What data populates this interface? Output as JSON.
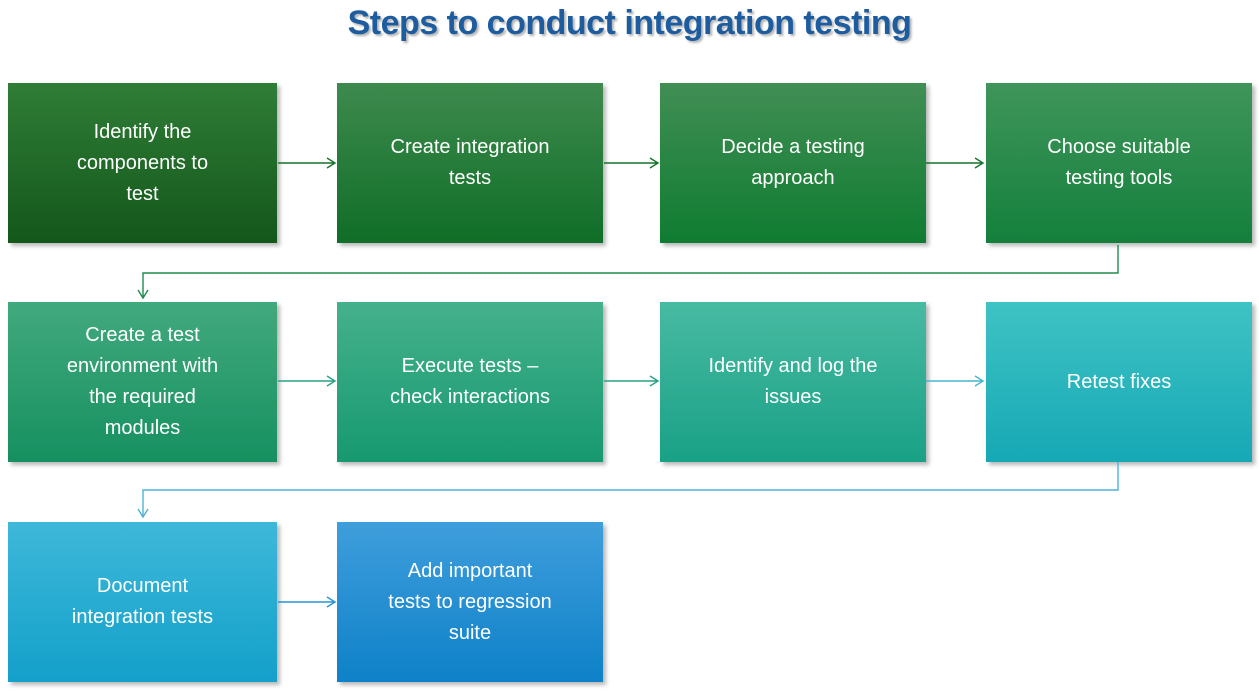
{
  "title": {
    "text": "Steps to conduct integration testing",
    "color": "#1d5c9e"
  },
  "steps": [
    {
      "label": "Identify the\ncomponents to\ntest",
      "color_top": "#2f7d36",
      "color_bottom": "#14571b"
    },
    {
      "label": "Create integration\ntests",
      "color_top": "#3e8a4e",
      "color_bottom": "#0f6e27"
    },
    {
      "label": "Decide a testing\napproach",
      "color_top": "#418e54",
      "color_bottom": "#0f7c31"
    },
    {
      "label": "Choose suitable\ntesting tools",
      "color_top": "#3f955b",
      "color_bottom": "#14803c"
    },
    {
      "label": "Create a test\nenvironment with\nthe required\nmodules",
      "color_top": "#42a97e",
      "color_bottom": "#169060"
    },
    {
      "label": "Execute tests –\ncheck interactions",
      "color_top": "#45b18c",
      "color_bottom": "#179970"
    },
    {
      "label": "Identify and log the\nissues",
      "color_top": "#48baa2",
      "color_bottom": "#19a186"
    },
    {
      "label": "Retest fixes",
      "color_top": "#3fc3c4",
      "color_bottom": "#16a8b5"
    },
    {
      "label": "Document\nintegration tests",
      "color_top": "#3eb8d9",
      "color_bottom": "#13a0ca"
    },
    {
      "label": "Add important\ntests to regression\nsuite",
      "color_top": "#3f9edc",
      "color_bottom": "#0e81c8"
    }
  ],
  "arrows": [
    {
      "from": "Identify the components to test",
      "to": "Create integration tests",
      "color": "#17722b"
    },
    {
      "from": "Create integration tests",
      "to": "Decide a testing approach",
      "color": "#17722b"
    },
    {
      "from": "Decide a testing approach",
      "to": "Choose suitable testing tools",
      "color": "#17722b"
    },
    {
      "from": "Create a test environment with the required modules",
      "to": "Execute tests – check interactions",
      "color": "#2aa184"
    },
    {
      "from": "Execute tests – check interactions",
      "to": "Identify and log the issues",
      "color": "#2aa184"
    },
    {
      "from": "Identify and log the issues",
      "to": "Retest fixes",
      "color": "#45b7cd"
    },
    {
      "from": "Document integration tests",
      "to": "Add important tests to regression suite",
      "color": "#2a93d5"
    }
  ],
  "wrap_connectors": [
    {
      "from": "Choose suitable testing tools",
      "to": "Create a test environment with the required modules",
      "color": "#1f8b4d"
    },
    {
      "from": "Retest fixes",
      "to": "Document integration tests",
      "color": "#4fb3d6"
    }
  ]
}
